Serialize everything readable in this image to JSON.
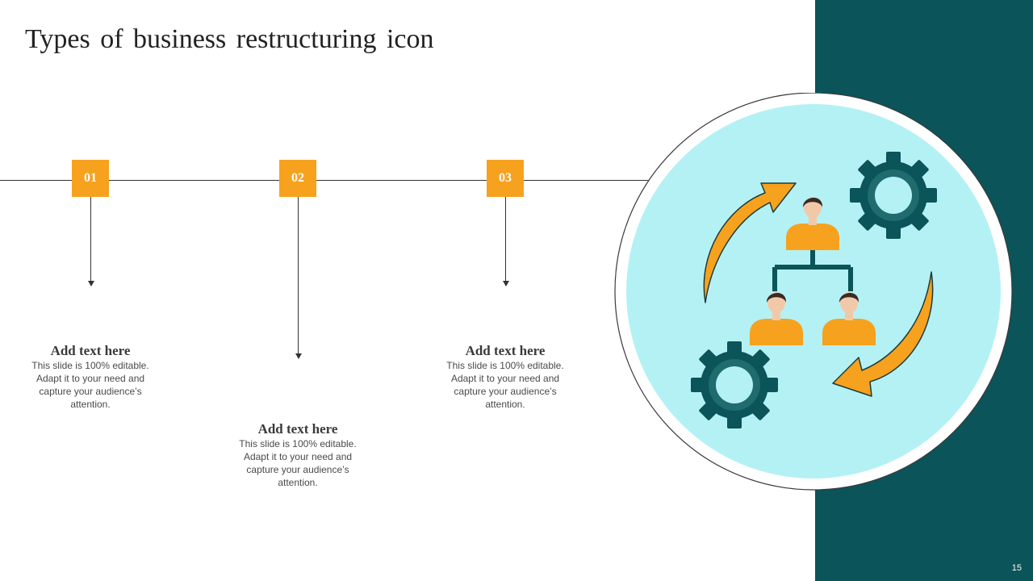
{
  "slide": {
    "title": "Types of business restructuring icon",
    "page_number": "15"
  },
  "steps": [
    {
      "number": "01",
      "heading": "Add text here",
      "body": "This slide is 100% editable. Adapt it to your need and capture your audience’s attention."
    },
    {
      "number": "02",
      "heading": "Add text here",
      "body": "This slide is 100% editable. Adapt it to your need and capture your audience’s attention."
    },
    {
      "number": "03",
      "heading": "Add text here",
      "body": "This slide is 100% editable. Adapt it to your need and capture your audience’s attention."
    }
  ],
  "colors": {
    "accent": "#f6a21e",
    "panel": "#0b5459",
    "circle_fill": "#b4f1f5",
    "gear": "#0b5459"
  },
  "icons": [
    "restructuring-icon",
    "gear-icon",
    "person-icon",
    "curved-arrow-icon"
  ]
}
